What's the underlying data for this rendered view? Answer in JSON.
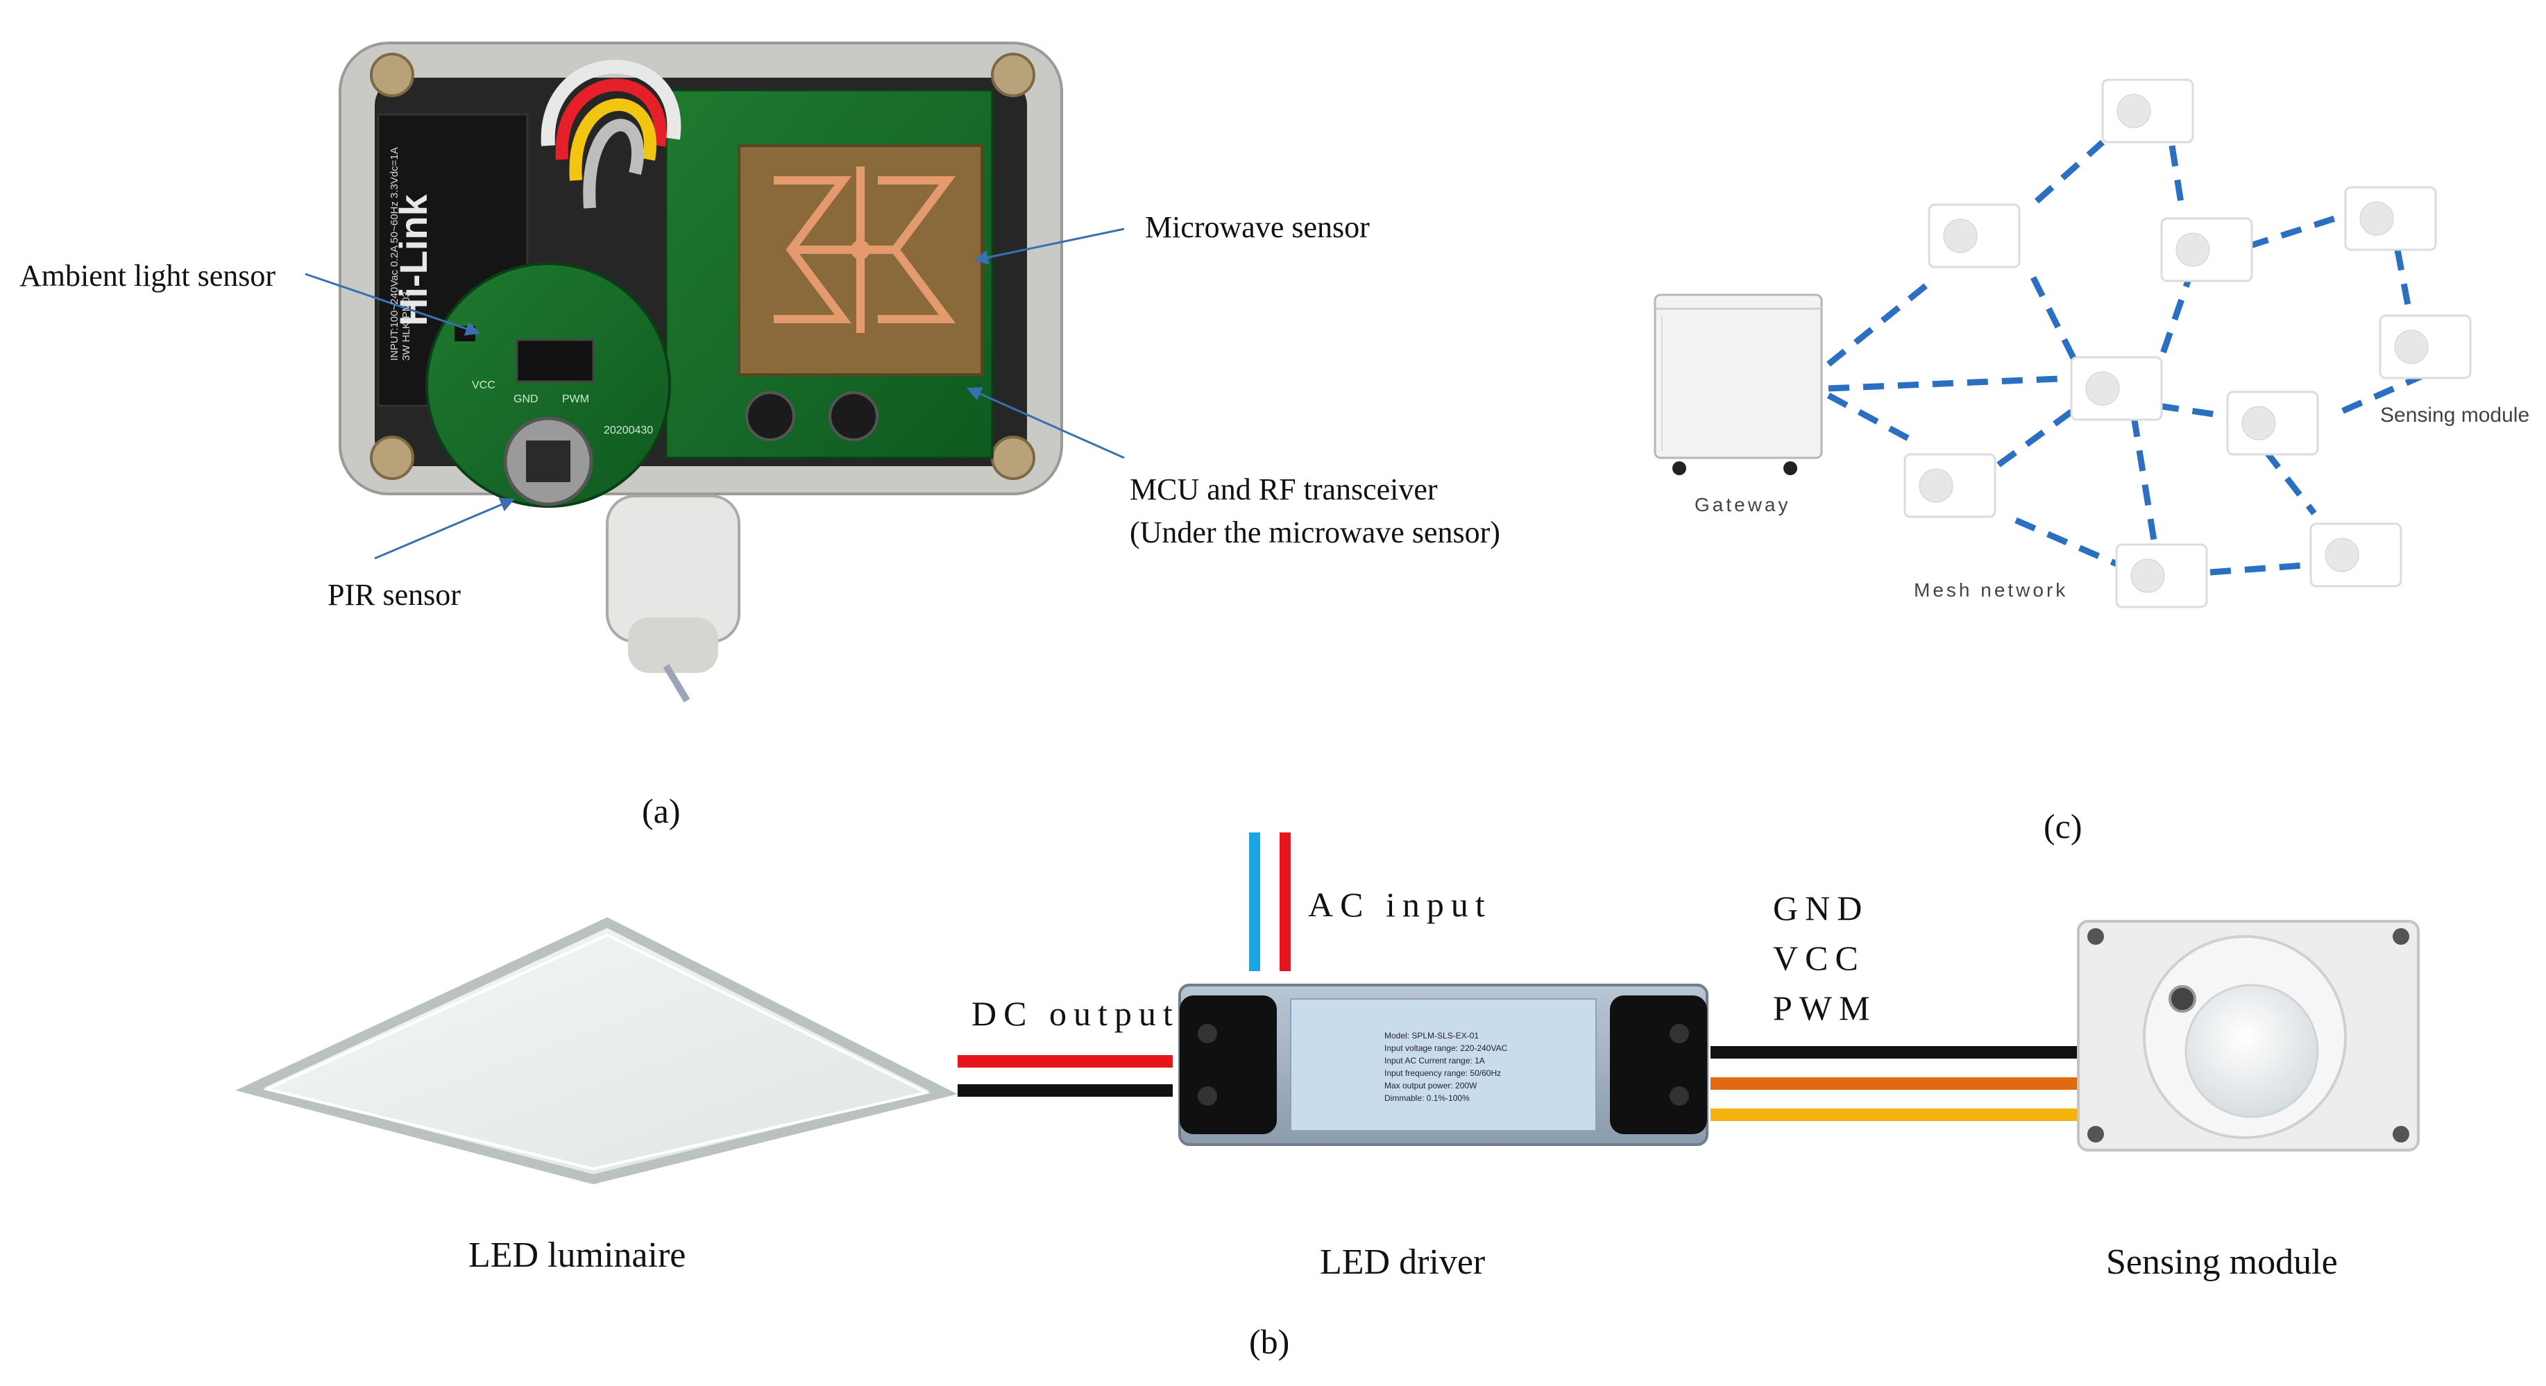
{
  "panel_a": {
    "label": "(a)",
    "callouts": {
      "ambient": "Ambient light sensor",
      "microwave": "Microwave sensor",
      "mcu_line1": "MCU and RF transceiver",
      "mcu_line2": "(Under the microwave sensor)",
      "pir": "PIR sensor"
    },
    "module_brand": "Hi-Link",
    "module_spec": "INPUT:100~240Vac  0.2A 50~60Hz  3.3Vdc=1A 3W  HLK-PM03",
    "pcb_marks": [
      "VCC",
      "GND",
      "PWM",
      "20200430"
    ]
  },
  "panel_b": {
    "label": "(b)",
    "luminaire_label": "LED luminaire",
    "driver_label": "LED driver",
    "sensing_label": "Sensing module",
    "dc_output": "DC output",
    "ac_input": "AC input",
    "signals": [
      "GND",
      "VCC",
      "PWM"
    ],
    "driver_sticker": [
      "Model: SPLM-SLS-EX-01",
      "Input voltage range: 220-240VAC",
      "Input AC Current range: 1A",
      "Input frequency range: 50/60Hz",
      "Max output power: 200W",
      "Dimmable: 0.1%-100%"
    ],
    "wire_colors": {
      "red": "#e8141b",
      "black": "#111111",
      "blue": "#1aa6e6",
      "orange": "#e06a10",
      "yellow": "#f4b20c"
    }
  },
  "panel_c": {
    "label": "(c)",
    "gateway_label": "Gateway",
    "mesh_label": "Mesh network",
    "sensing_label": "Sensing module",
    "link_color": "#2a6fc2"
  }
}
